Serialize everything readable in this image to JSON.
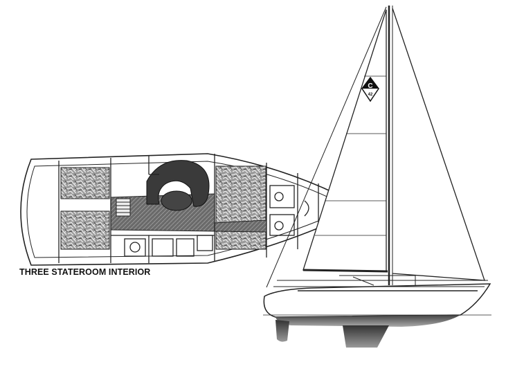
{
  "caption": "THREE STATEROOM INTERIOR",
  "logo": {
    "letter": "C",
    "number": "42"
  },
  "colors": {
    "line": "#222222",
    "shade": "#555555",
    "dark": "#333333",
    "background": "#ffffff"
  }
}
